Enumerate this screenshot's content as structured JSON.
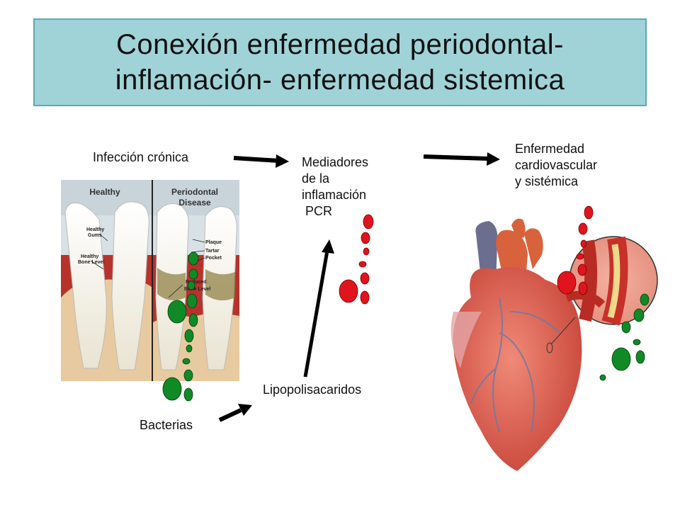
{
  "title": {
    "line1": "Conexión enfermedad periodontal-",
    "line2": "inflamación- enfermedad sistemica"
  },
  "labels": {
    "infeccion": "Infección crónica",
    "mediadores": [
      "Mediadores",
      "de la",
      "inflamación",
      " PCR"
    ],
    "enfermedad": [
      "Enfermedad",
      "cardiovascular",
      "y sistémica"
    ],
    "lipopolisacaridos": "Lipopolisacaridos",
    "bacterias": "Bacterias"
  },
  "tooth_illustration": {
    "healthy": "Healthy",
    "periodontal": "Periodontal",
    "disease": "Disease",
    "healthy_gums1": "Healthy",
    "healthy_gums2": "Gums",
    "healthy_bone1": "Healthy",
    "healthy_bone2": "Bone Level",
    "plaque": "Plaque",
    "tartar": "Tartar",
    "pocket": "Pocket",
    "reduced1": "Reduced",
    "reduced2": "Bone Level"
  },
  "colors": {
    "title_bg": "#9fd3d8",
    "title_border": "#5fa8b3",
    "bacteria": "#0f8a25",
    "mediator": "#e0141c",
    "arrow": "#000000"
  }
}
